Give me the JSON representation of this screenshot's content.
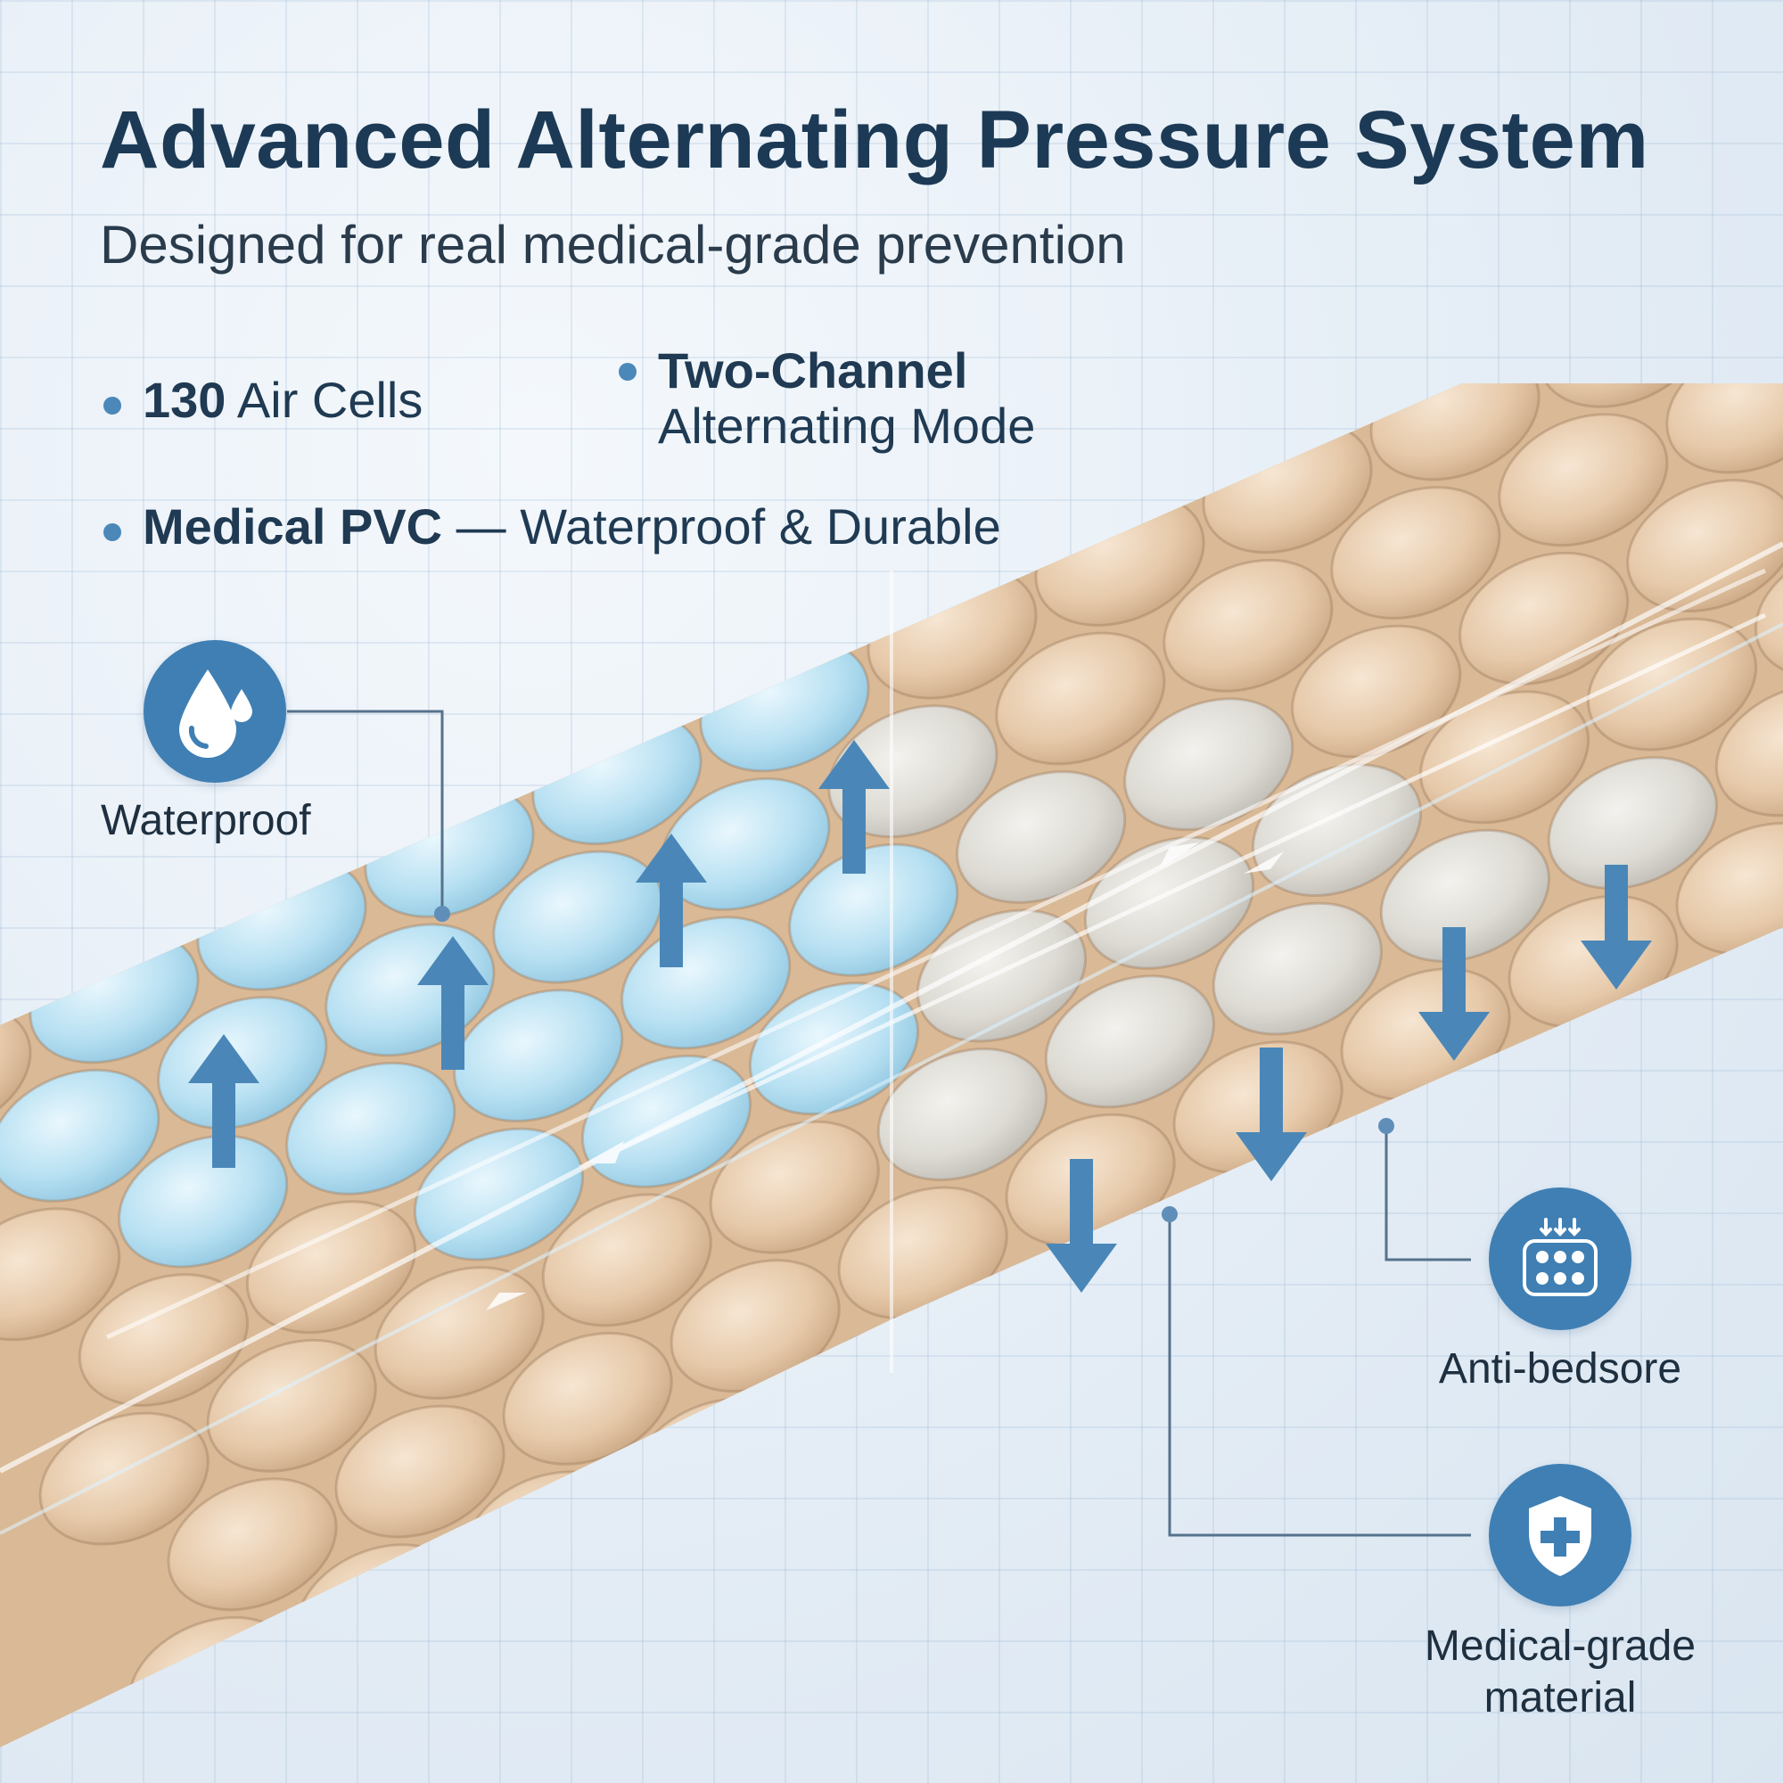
{
  "header": {
    "title": "Advanced Alternating Pressure System",
    "subtitle": "Designed for real medical-grade prevention"
  },
  "features": [
    {
      "bold": "130",
      "text": " Air Cells"
    },
    {
      "bold": "Two-Channel",
      "text": "Alternating Mode"
    },
    {
      "bold": "Medical PVC",
      "text": " — Waterproof & Durable"
    }
  ],
  "callouts": {
    "waterproof": {
      "label": "Waterproof",
      "icon": "water-drop-icon"
    },
    "anti_bedsore": {
      "label": "Anti-bedsore",
      "icon": "air-cells-grid-icon"
    },
    "medical_grade": {
      "label": "Medical-grade material",
      "line1": "Medical-grade",
      "line2": "material",
      "icon": "shield-plus-icon"
    }
  },
  "colors": {
    "accent": "#3f7fb4",
    "title": "#1c3a55",
    "mattress": "#e8cdb0",
    "inflated_cells": "#bfe3f3",
    "deflated_cells": "#dcdcd6"
  }
}
